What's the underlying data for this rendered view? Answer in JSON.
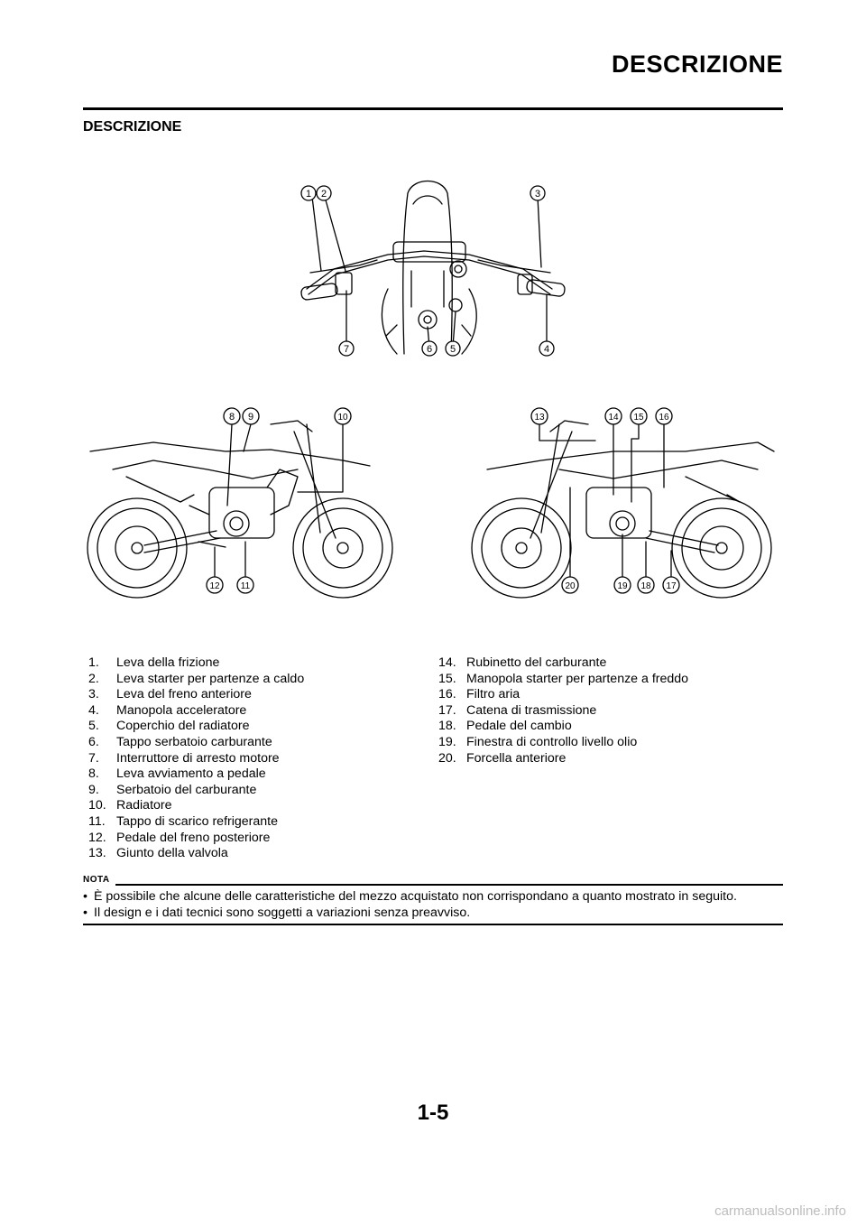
{
  "header": {
    "title": "DESCRIZIONE"
  },
  "section": {
    "title": "DESCRIZIONE"
  },
  "figure": {
    "top_callouts": [
      "1",
      "2",
      "3",
      "4",
      "5",
      "6",
      "7"
    ],
    "left_callouts": [
      "8",
      "9",
      "10",
      "11",
      "12"
    ],
    "right_callouts": [
      "13",
      "14",
      "15",
      "16",
      "17",
      "18",
      "19",
      "20"
    ]
  },
  "legend": {
    "left": [
      {
        "num": "1.",
        "label": "Leva della frizione"
      },
      {
        "num": "2.",
        "label": "Leva starter per partenze a caldo"
      },
      {
        "num": "3.",
        "label": "Leva del freno anteriore"
      },
      {
        "num": "4.",
        "label": "Manopola acceleratore"
      },
      {
        "num": "5.",
        "label": "Coperchio del radiatore"
      },
      {
        "num": "6.",
        "label": "Tappo serbatoio carburante"
      },
      {
        "num": "7.",
        "label": "Interruttore di arresto motore"
      },
      {
        "num": "8.",
        "label": "Leva avviamento a pedale"
      },
      {
        "num": "9.",
        "label": "Serbatoio del carburante"
      },
      {
        "num": "10.",
        "label": "Radiatore"
      },
      {
        "num": "11.",
        "label": "Tappo di scarico refrigerante"
      },
      {
        "num": "12.",
        "label": "Pedale del freno posteriore"
      },
      {
        "num": "13.",
        "label": "Giunto della valvola"
      }
    ],
    "right": [
      {
        "num": "14.",
        "label": "Rubinetto del carburante"
      },
      {
        "num": "15.",
        "label": "Manopola starter per partenze a freddo"
      },
      {
        "num": "16.",
        "label": "Filtro aria"
      },
      {
        "num": "17.",
        "label": "Catena di trasmissione"
      },
      {
        "num": "18.",
        "label": "Pedale del cambio"
      },
      {
        "num": "19.",
        "label": "Finestra di controllo livello olio"
      },
      {
        "num": "20.",
        "label": "Forcella anteriore"
      }
    ]
  },
  "nota": {
    "label": "NOTA",
    "items": [
      "È possibile che alcune delle caratteristiche del mezzo acquistato non corrispondano a quanto mostrato in seguito.",
      "Il design e i dati tecnici sono soggetti a variazioni senza preavviso."
    ],
    "bullet": "•"
  },
  "footer": {
    "page_number": "1-5",
    "watermark": "carmanualsonline.info"
  }
}
